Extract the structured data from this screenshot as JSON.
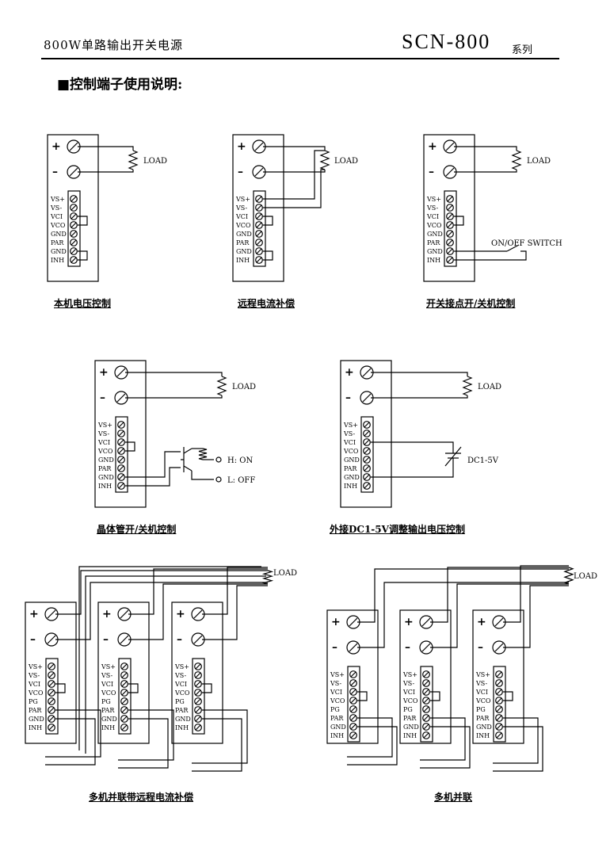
{
  "header": {
    "title": "800W单路输出开关电源",
    "model": "SCN-800",
    "series": "系列"
  },
  "section_title": "■控制端子使用说明:",
  "terminal": {
    "plus": "+",
    "minus": "–",
    "pins": [
      "VS+",
      "VS-",
      "VCI",
      "VCO",
      "GND",
      "PAR",
      "GND",
      "INH"
    ],
    "pins_multi": [
      "VS+",
      "VS-",
      "VCI",
      "VCO",
      "PG",
      "PAR",
      "GND",
      "INH"
    ]
  },
  "labels": {
    "load": "LOAD",
    "switch": "ON/OFF SWITCH",
    "h_on": "H: ON",
    "l_off": "L: OFF",
    "dc": "DC1-5V"
  },
  "captions": {
    "d1": "本机电压控制",
    "d2": "远程电流补偿",
    "d3": "开关接点开/关机控制",
    "d4": "晶体管开/关机控制",
    "d5": "外接DC1-5V调整输出电压控制",
    "d6": "多机并联带远程电流补偿",
    "d7": "多机并联"
  },
  "colors": {
    "ink": "#000000",
    "paper": "#ffffff"
  }
}
